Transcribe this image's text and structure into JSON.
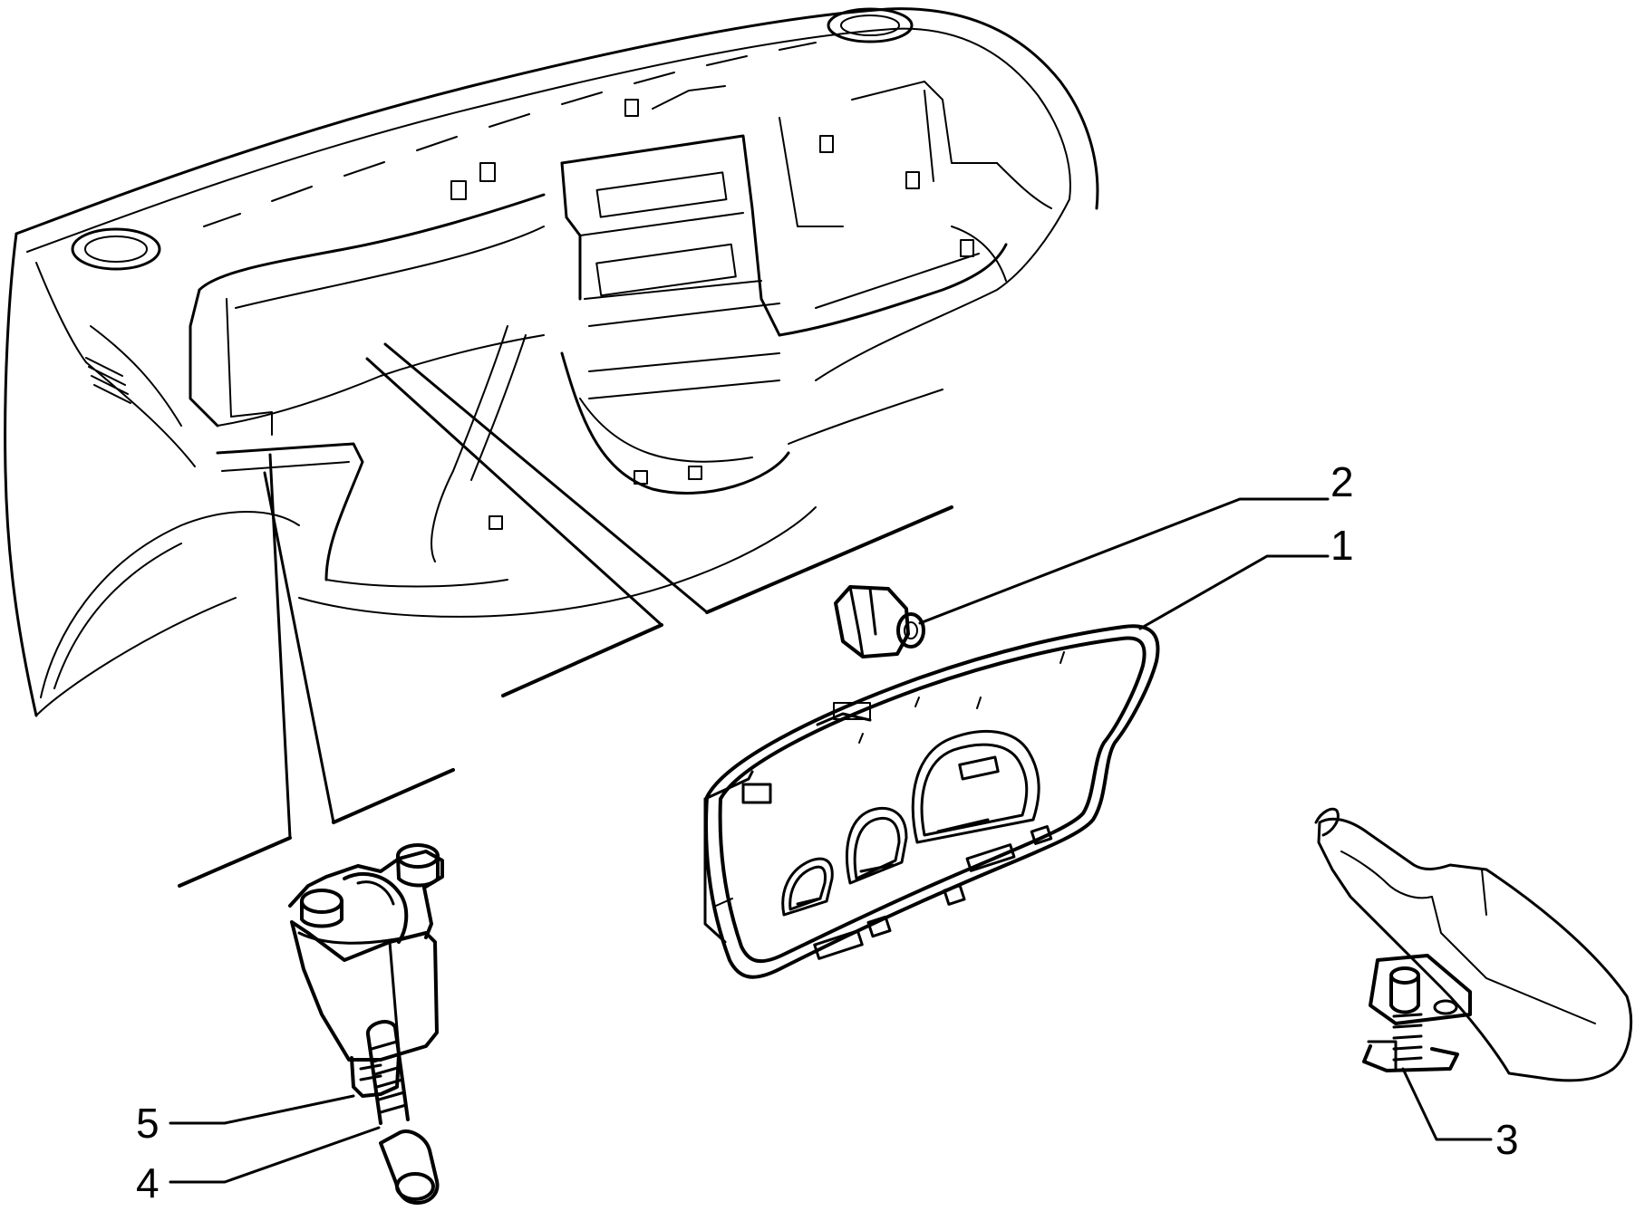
{
  "diagram": {
    "callouts": [
      {
        "id": "1",
        "label": "1",
        "part": "instrument-cluster"
      },
      {
        "id": "2",
        "label": "2",
        "part": "bulb"
      },
      {
        "id": "3",
        "label": "3",
        "part": "handbrake-switch"
      },
      {
        "id": "4",
        "label": "4",
        "part": "bolt"
      },
      {
        "id": "5",
        "label": "5",
        "part": "ignition-lock"
      }
    ]
  },
  "colors": {
    "line": "#000000",
    "background": "#ffffff"
  }
}
